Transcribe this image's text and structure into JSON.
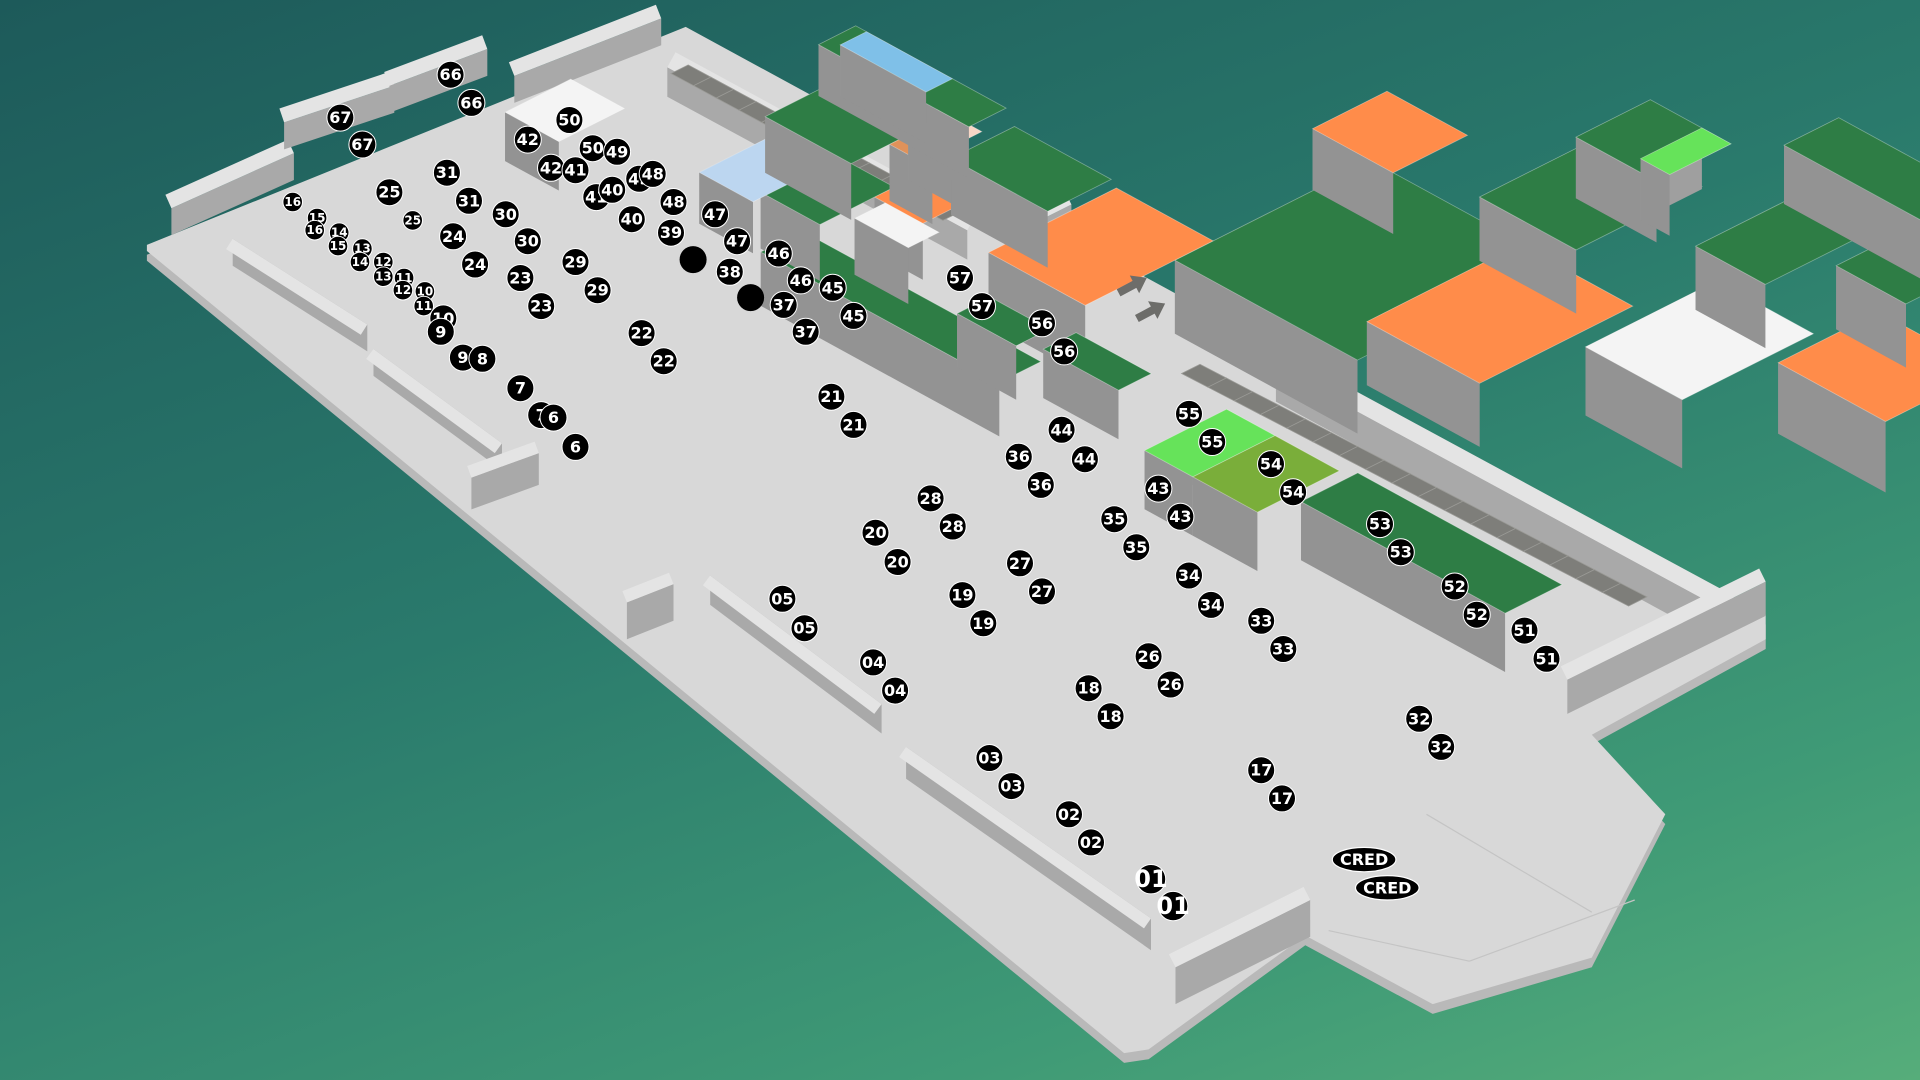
{
  "colors": {
    "ground": "#d8d8d8",
    "ground_edge": "#b9b9b9",
    "wall_top": "#e4e4e4",
    "wall_side": "#a9a9a9",
    "green": "#2e7d45",
    "orange": "#ff8c4a",
    "white": "#f4f4f4",
    "light_green": "#66e35a",
    "olive": "#7aae3a",
    "light_blue": "#bcd6f0",
    "sky_blue": "#7fc0e8",
    "peach": "#f7d6c6",
    "tan": "#e0925a",
    "gray_bay": "#7e7e7a",
    "label_bg": "#000000",
    "label_fg": "#ffffff"
  },
  "icons": [
    "arrow-up-right-icon",
    "arrow-up-right-icon"
  ],
  "blocks": [
    {
      "id": "21",
      "color": "green"
    },
    {
      "id": "22",
      "color": "orange"
    },
    {
      "id": "17",
      "color": "orange"
    },
    {
      "id": "18",
      "color": "white"
    },
    {
      "id": "26",
      "color": "white"
    },
    {
      "id": "19",
      "color": "orange"
    },
    {
      "id": "20",
      "color": "orange"
    },
    {
      "id": "27",
      "color": "orange"
    },
    {
      "id": "28",
      "color": "orange"
    },
    {
      "id": "05",
      "color": "light_green"
    },
    {
      "id": "04",
      "color": "olive"
    },
    {
      "id": "54",
      "color": "light_green"
    },
    {
      "id": "57",
      "color": "orange"
    },
    {
      "id": "56",
      "color": "orange"
    },
    {
      "id": "29",
      "color": "orange"
    },
    {
      "id": "23",
      "color": "white"
    },
    {
      "id": "25",
      "color": "light_blue"
    },
    {
      "id": "31",
      "color": "light_blue"
    },
    {
      "id": "39",
      "color": "tan"
    },
    {
      "id": "47",
      "color": "peach"
    }
  ],
  "labels": [
    "66",
    "66",
    "67",
    "67",
    "50",
    "42",
    "50",
    "49",
    "42",
    "41",
    "49",
    "48",
    "41",
    "40",
    "48",
    "40",
    "39",
    "47",
    "47",
    "38",
    "46",
    "46",
    "37",
    "45",
    "37",
    "45",
    "31",
    "31",
    "25",
    "25",
    "16",
    "15",
    "16",
    "14",
    "15",
    "13",
    "14",
    "12",
    "13",
    "11",
    "12",
    "10",
    "11",
    "24",
    "30",
    "24",
    "30",
    "23",
    "29",
    "23",
    "29",
    "22",
    "22",
    "10",
    "9",
    "9",
    "8",
    "7",
    "7",
    "6",
    "6",
    "21",
    "21",
    "57",
    "57",
    "56",
    "56",
    "55",
    "55",
    "54",
    "54",
    "44",
    "36",
    "44",
    "36",
    "43",
    "35",
    "43",
    "35",
    "53",
    "53",
    "28",
    "28",
    "20",
    "20",
    "27",
    "27",
    "19",
    "19",
    "34",
    "34",
    "33",
    "33",
    "52",
    "52",
    "51",
    "51",
    "05",
    "05",
    "04",
    "04",
    "26",
    "26",
    "18",
    "18",
    "32",
    "32",
    "03",
    "03",
    "02",
    "02",
    "17",
    "17",
    "01",
    "01",
    "CRED",
    "CRED"
  ]
}
